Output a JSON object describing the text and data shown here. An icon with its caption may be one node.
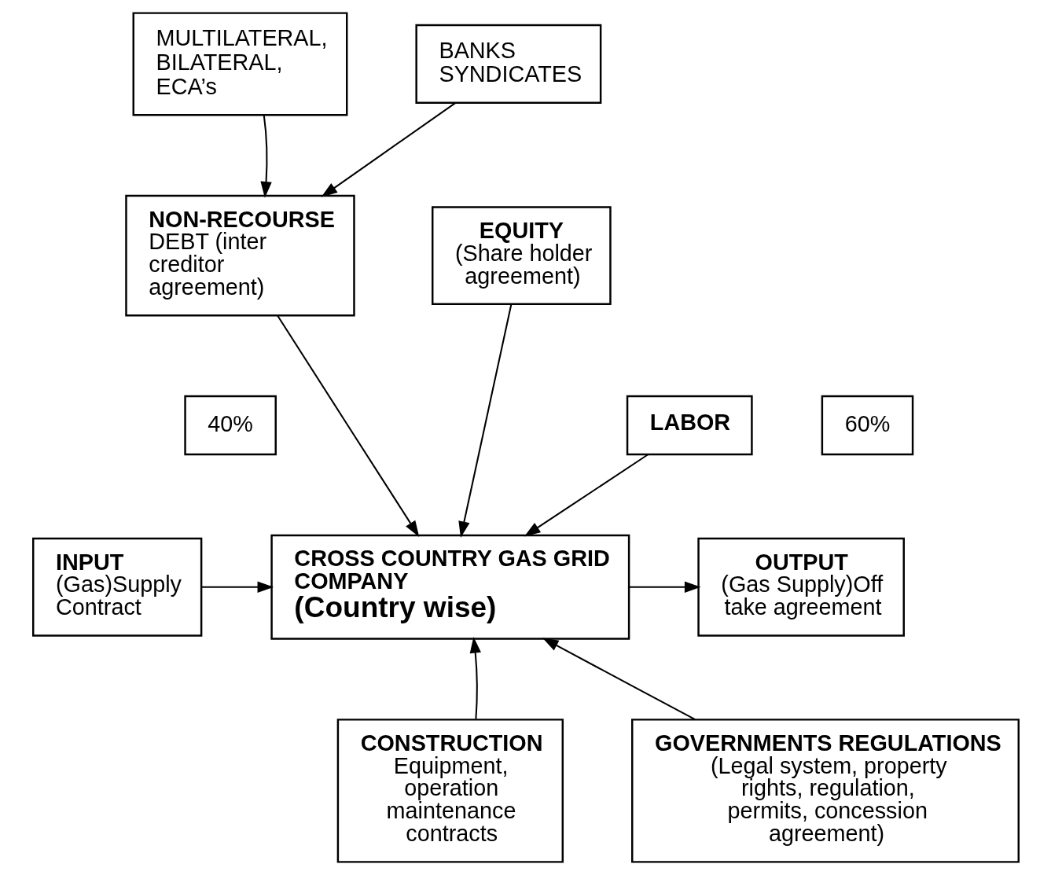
{
  "diagram": {
    "nodes": [
      {
        "text": [
          "MULTILATERAL, BILATERAL, ECA’s"
        ]
      },
      {
        "text": [
          "BANKS SYNDICATES"
        ]
      },
      {
        "text": [
          "NON-RECOURSE",
          "DEBT (inter creditor agreement)"
        ]
      },
      {
        "text": [
          "EQUITY",
          "(Share holder agreement)"
        ]
      },
      {
        "text": [
          "40%"
        ]
      },
      {
        "text": [
          "60%"
        ]
      },
      {
        "text": [
          "LABOR"
        ]
      },
      {
        "text": [
          "CROSS COUNTRY GAS GRID COMPANY",
          "(Country wise)"
        ]
      },
      {
        "text": [
          "INPUT",
          "(Gas)Supply Contract"
        ]
      },
      {
        "text": [
          "OUTPUT",
          "(Gas Supply)Off take agreement"
        ]
      },
      {
        "text": [
          "CONSTRUCTION",
          "Equipment, operation maintenance contracts"
        ]
      },
      {
        "text": [
          "GOVERNMENTS REGULATIONS",
          "(Legal system, property rights, regulation, permits, concession agreement)"
        ]
      }
    ],
    "edges": [
      {
        "from": 0,
        "to": 2,
        "arrow": "to"
      },
      {
        "from": 1,
        "to": 2,
        "arrow": "to"
      },
      {
        "from": 2,
        "to": 7,
        "arrow": "to"
      },
      {
        "from": 3,
        "to": 7,
        "arrow": "to"
      },
      {
        "from": 6,
        "to": 7,
        "arrow": "to"
      },
      {
        "from": 8,
        "to": 7,
        "arrow": "to"
      },
      {
        "from": 10,
        "to": 7,
        "arrow": "to"
      },
      {
        "from": 11,
        "to": 7,
        "arrow": "to"
      },
      {
        "from": 7,
        "to": 9,
        "arrow": "to"
      }
    ]
  }
}
